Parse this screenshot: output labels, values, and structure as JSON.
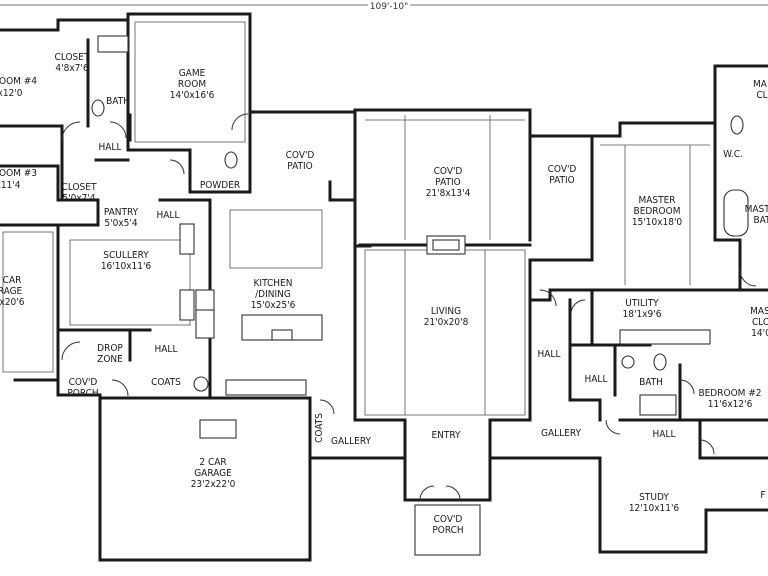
{
  "overall_dimension": "109'-10\"",
  "rooms": [
    {
      "id": "bedroom4",
      "lines": [
        "OOM #4",
        "x12'0"
      ]
    },
    {
      "id": "closet1",
      "lines": [
        "CLOSET",
        "4'8x7'6"
      ]
    },
    {
      "id": "bath1",
      "lines": [
        "BATH"
      ]
    },
    {
      "id": "game",
      "lines": [
        "GAME",
        "ROOM",
        "14'0x16'6"
      ]
    },
    {
      "id": "hall1",
      "lines": [
        "HALL"
      ]
    },
    {
      "id": "bedroom3",
      "lines": [
        "OOM #3",
        "x11'4"
      ]
    },
    {
      "id": "closet2",
      "lines": [
        "CLOSET",
        "5'0x7'4"
      ]
    },
    {
      "id": "powder",
      "lines": [
        "POWDER"
      ]
    },
    {
      "id": "patio1",
      "lines": [
        "COV'D",
        "PATIO"
      ]
    },
    {
      "id": "patio2",
      "lines": [
        "COV'D",
        "PATIO",
        "21'8x13'4"
      ]
    },
    {
      "id": "patio3",
      "lines": [
        "COV'D",
        "PATIO"
      ]
    },
    {
      "id": "master",
      "lines": [
        "MASTER",
        "BEDROOM",
        "15'10x18'0"
      ]
    },
    {
      "id": "wc",
      "lines": [
        "W.C."
      ]
    },
    {
      "id": "mcl_top",
      "lines": [
        "MA",
        "CL"
      ]
    },
    {
      "id": "mbath",
      "lines": [
        "MASTE",
        "BAT"
      ]
    },
    {
      "id": "pantry",
      "lines": [
        "PANTRY",
        "5'0x5'4"
      ]
    },
    {
      "id": "hall2",
      "lines": [
        "HALL"
      ]
    },
    {
      "id": "scullery",
      "lines": [
        "SCULLERY",
        "16'10x11'6"
      ]
    },
    {
      "id": "garage3",
      "lines": [
        "CAR",
        "RAGE",
        "x20'6"
      ]
    },
    {
      "id": "kitchen",
      "lines": [
        "KITCHEN",
        "/DINING",
        "15'0x25'6"
      ]
    },
    {
      "id": "living",
      "lines": [
        "LIVING",
        "21'0x20'8"
      ]
    },
    {
      "id": "utility",
      "lines": [
        "UTILITY",
        "18'1x9'6"
      ]
    },
    {
      "id": "mcl_mid",
      "lines": [
        "MAS",
        "CLO",
        "14'0"
      ]
    },
    {
      "id": "drop",
      "lines": [
        "DROP",
        "ZONE"
      ]
    },
    {
      "id": "hall3",
      "lines": [
        "HALL"
      ]
    },
    {
      "id": "hall4",
      "lines": [
        "HALL"
      ]
    },
    {
      "id": "hall5",
      "lines": [
        "HALL"
      ]
    },
    {
      "id": "bath2",
      "lines": [
        "BATH"
      ]
    },
    {
      "id": "bedroom2",
      "lines": [
        "BEDROOM #2",
        "11'6x12'6"
      ]
    },
    {
      "id": "porch1",
      "lines": [
        "COV'D",
        "PORCH"
      ]
    },
    {
      "id": "coats1",
      "lines": [
        "COATS"
      ]
    },
    {
      "id": "coats2",
      "lines": [
        "COATS"
      ]
    },
    {
      "id": "gallery1",
      "lines": [
        "GALLERY"
      ]
    },
    {
      "id": "entry",
      "lines": [
        "ENTRY"
      ]
    },
    {
      "id": "gallery2",
      "lines": [
        "GALLERY"
      ]
    },
    {
      "id": "hall6",
      "lines": [
        "HALL"
      ]
    },
    {
      "id": "garage2",
      "lines": [
        "2 CAR",
        "GARAGE",
        "23'2x22'0"
      ]
    },
    {
      "id": "study",
      "lines": [
        "STUDY",
        "12'10x11'6"
      ]
    },
    {
      "id": "porch2",
      "lines": [
        "COV'D",
        "PORCH"
      ]
    },
    {
      "id": "edge_right",
      "lines": [
        "F"
      ]
    }
  ]
}
